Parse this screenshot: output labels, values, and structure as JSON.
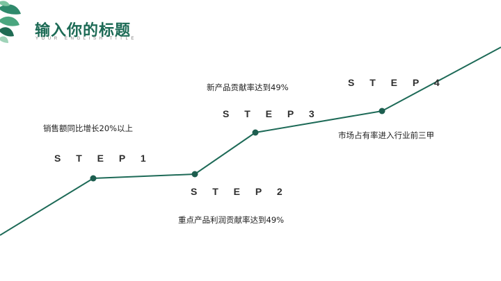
{
  "header": {
    "title": "输入你的标题",
    "subtitle": "YOUR ENGLISH TITLE"
  },
  "colors": {
    "accent": "#1c6a55",
    "line": "#1d6a57",
    "point": "#1d5e4f"
  },
  "steps": [
    {
      "label": "S T E P 1",
      "description": "销售额同比增长20%以上"
    },
    {
      "label": "S T E P 2",
      "description": "重点产品利润贡献率达到49%"
    },
    {
      "label": "S T E P 3",
      "description": "新产品贡献率达到49%"
    },
    {
      "label": "S T E P 4",
      "description": "市场占有率进入行业前三甲"
    }
  ],
  "decoration": {
    "icon": "leaf-decoration-icon"
  }
}
